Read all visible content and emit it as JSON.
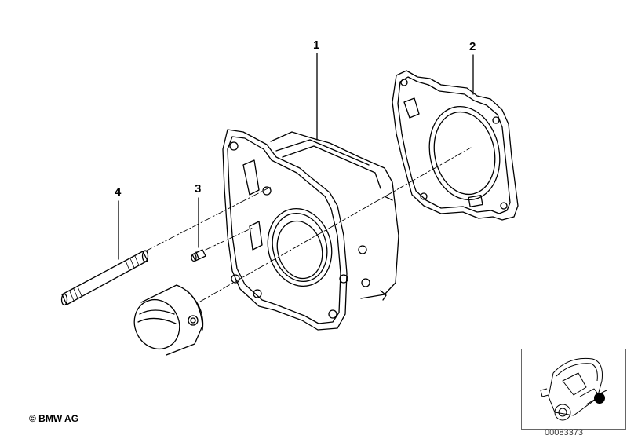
{
  "callouts": {
    "cylinder": "1",
    "gasket": "2",
    "dowel_pin": "3",
    "stud": "4"
  },
  "footer": {
    "copyright": "© BMW AG",
    "document_number": "00083373"
  },
  "colors": {
    "line": "#000000",
    "background": "#ffffff",
    "marker": "#000000"
  },
  "icons": {
    "thumbnail": "scooter-location-icon"
  }
}
